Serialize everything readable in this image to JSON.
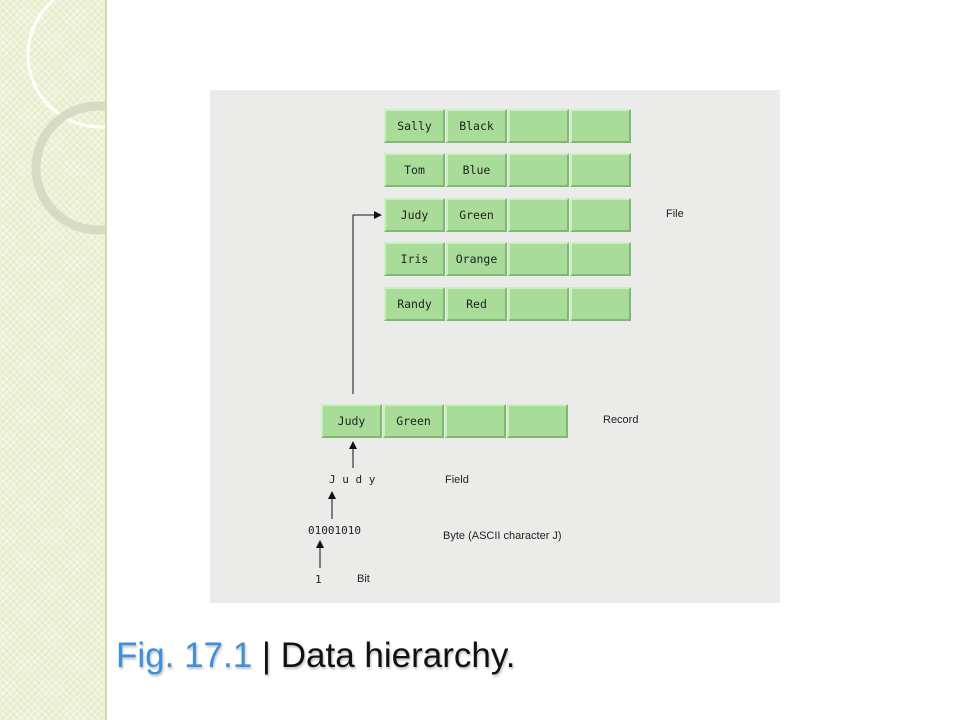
{
  "file_records": [
    {
      "name": "Sally",
      "color": "Black"
    },
    {
      "name": "Tom",
      "color": "Blue"
    },
    {
      "name": "Judy",
      "color": "Green"
    },
    {
      "name": "Iris",
      "color": "Orange"
    },
    {
      "name": "Randy",
      "color": "Red"
    }
  ],
  "record": {
    "name": "Judy",
    "color": "Green"
  },
  "labels": {
    "file": "File",
    "record": "Record",
    "field": "Field",
    "byte": "Byte (ASCII character J)",
    "bit": "Bit"
  },
  "field_value": "J u d y",
  "byte_value": "01001010",
  "bit_value": "1",
  "caption": {
    "number": "Fig. 17.1",
    "separator": " | ",
    "title": "Data hierarchy."
  },
  "colors": {
    "cell_fill": "#a8dc98",
    "panel": "#ebecea",
    "caption_number": "#3f8fdc"
  }
}
